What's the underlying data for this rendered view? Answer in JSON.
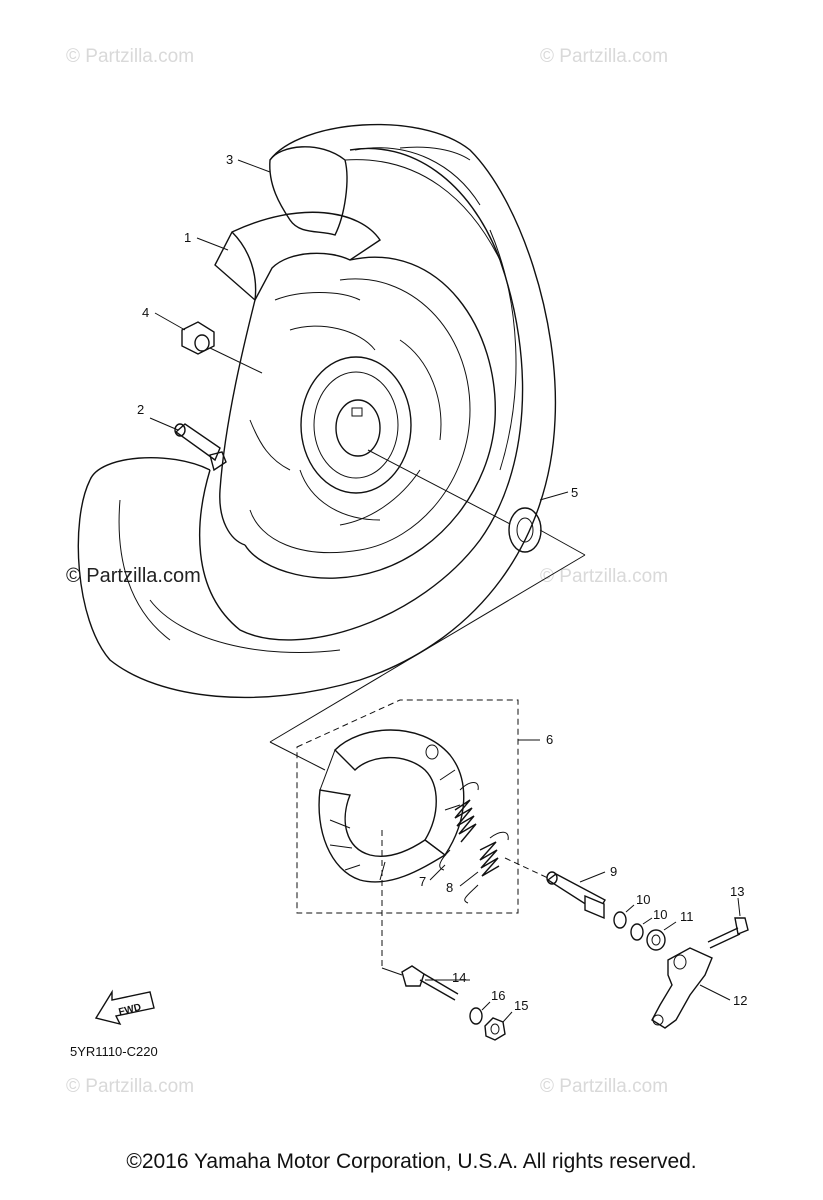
{
  "watermarks": {
    "top_left": "© Partzilla.com",
    "top_right": "© Partzilla.com",
    "mid_left": "© Partzilla.com",
    "mid_right": "© Partzilla.com",
    "bottom_left": "© Partzilla.com",
    "bottom_right": "© Partzilla.com"
  },
  "callouts": {
    "c1": "1",
    "c2": "2",
    "c3": "3",
    "c4": "4",
    "c5": "5",
    "c6": "6",
    "c7": "7",
    "c8": "8",
    "c9": "9",
    "c10a": "10",
    "c10b": "10",
    "c11": "11",
    "c12": "12",
    "c13": "13",
    "c14": "14",
    "c15": "15",
    "c16": "16"
  },
  "fwd_label": "FWD",
  "diagram_code": "5YR1110-C220",
  "copyright": "©2016 Yamaha Motor Corporation, U.S.A. All rights reserved."
}
